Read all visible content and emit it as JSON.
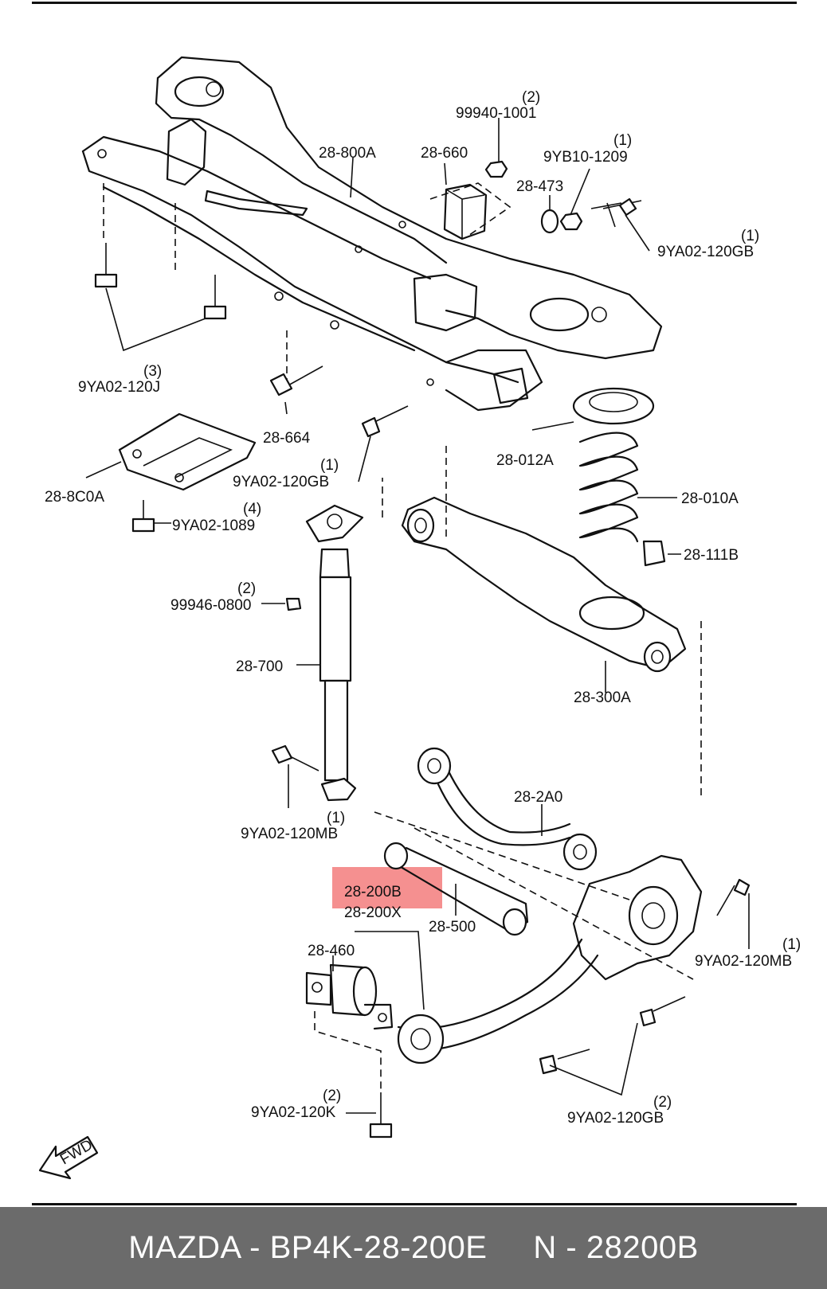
{
  "diagram": {
    "labels": {
      "l_99940_qty": "(2)",
      "l_99940": "99940-1001",
      "l_9yb10_qty": "(1)",
      "l_9yb10": "9YB10-1209",
      "l_28_800a": "28-800A",
      "l_28_660": "28-660",
      "l_28_473": "28-473",
      "l_9ya02_120gb_top_qty": "(1)",
      "l_9ya02_120gb_top": "9YA02-120GB",
      "l_9ya02_120j_qty": "(3)",
      "l_9ya02_120j": "9YA02-120J",
      "l_28_664": "28-664",
      "l_28_012a": "28-012A",
      "l_9ya02_120gb_mid_qty": "(1)",
      "l_9ya02_120gb_mid": "9YA02-120GB",
      "l_28_8c0a": "28-8C0A",
      "l_28_010a": "28-010A",
      "l_9ya02_1089_qty": "(4)",
      "l_9ya02_1089": "9YA02-1089",
      "l_28_111b": "28-111B",
      "l_99946_qty": "(2)",
      "l_99946": "99946-0800",
      "l_28_700": "28-700",
      "l_28_300a": "28-300A",
      "l_28_2a0": "28-2A0",
      "l_9ya02_120mb_left_qty": "(1)",
      "l_9ya02_120mb_left": "9YA02-120MB",
      "l_28_200b": "28-200B",
      "l_28_200x": "28-200X",
      "l_28_500": "28-500",
      "l_28_460": "28-460",
      "l_9ya02_120mb_right_qty": "(1)",
      "l_9ya02_120mb_right": "9YA02-120MB",
      "l_9ya02_120k_qty": "(2)",
      "l_9ya02_120k": "9YA02-120K",
      "l_9ya02_120gb_bot_qty": "(2)",
      "l_9ya02_120gb_bot": "9YA02-120GB",
      "fwd": "FWD"
    },
    "highlight_color": "#f26b6b"
  },
  "footer": {
    "left": "MAZDA - BP4K-28-200E",
    "right": "N - 28200B"
  }
}
